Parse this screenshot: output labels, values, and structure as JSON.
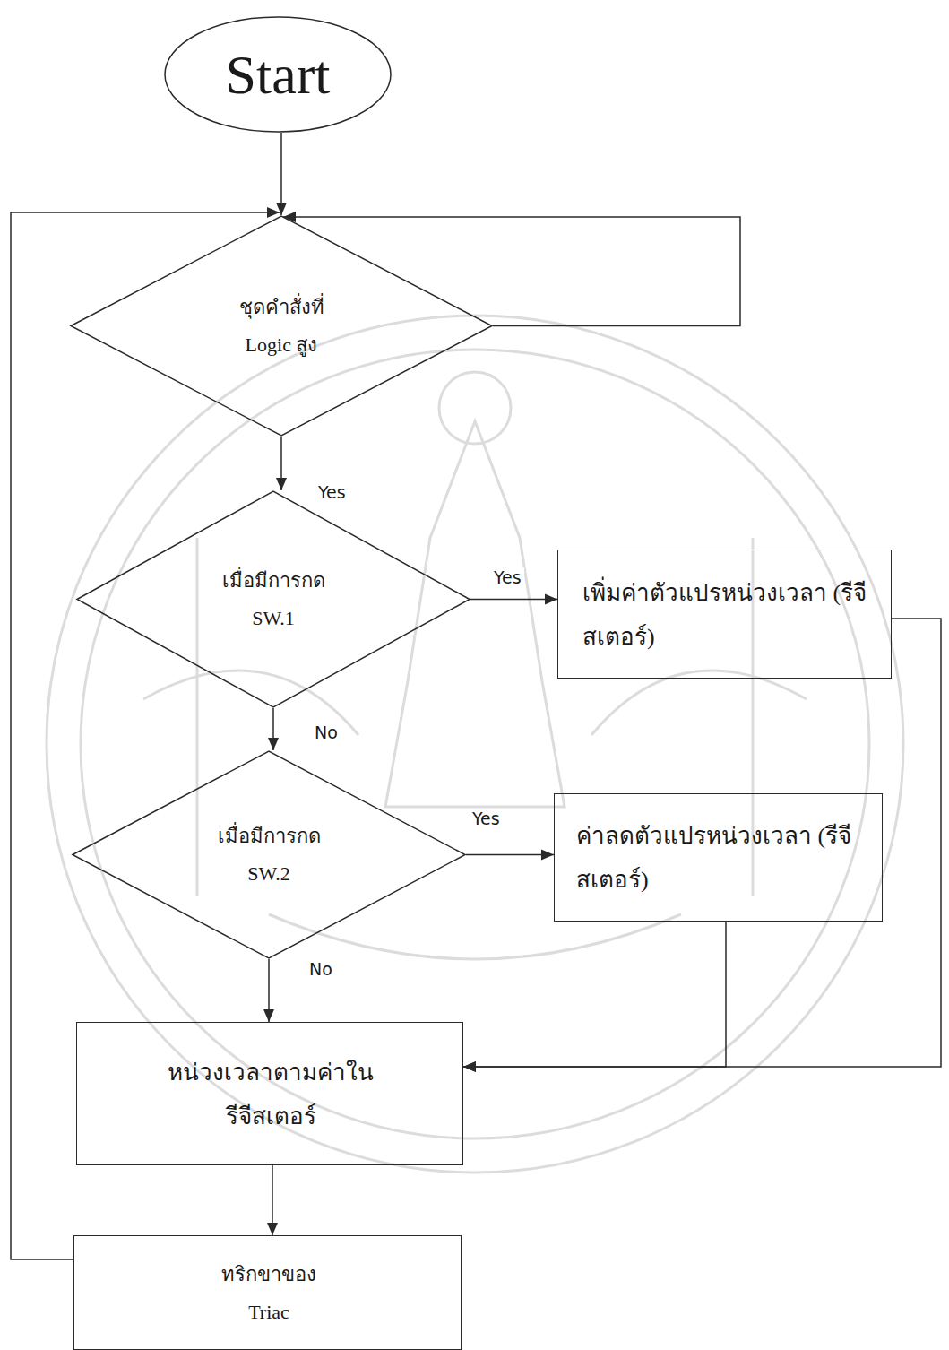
{
  "diagram": {
    "nodes": [
      {
        "text": [
          "Start"
        ]
      },
      {
        "text": [
          "ชุดคำสั่งที่ Logic สูง"
        ]
      },
      {
        "text": [
          "เมื่อมีการกด SW.1"
        ]
      },
      {
        "text": [
          "เพิ่มค่าตัวแปรหน่วงเวลา (รีจีสเตอร์)"
        ]
      },
      {
        "text": [
          "เมื่อมีการกด SW.2"
        ]
      },
      {
        "text": [
          "ค่าลดตัวแปรหน่วงเวลา (รีจีสเตอร์)"
        ]
      },
      {
        "text": [
          "หน่วงเวลาตามค่าใน รีจีสเตอร์"
        ]
      },
      {
        "text": [
          "ทริกขาของ Triac"
        ]
      }
    ],
    "edges": [
      {
        "from": 0,
        "to": 1,
        "arrow": "to"
      },
      {
        "from": 1,
        "to": 1,
        "arrow": "to"
      },
      {
        "from": 1,
        "to": 2,
        "label": "Yes",
        "arrow": "to"
      },
      {
        "from": 2,
        "to": 3,
        "label": "Yes",
        "arrow": "to"
      },
      {
        "from": 2,
        "to": 4,
        "label": "No",
        "arrow": "to"
      },
      {
        "from": 4,
        "to": 5,
        "label": "Yes",
        "arrow": "to"
      },
      {
        "from": 4,
        "to": 6,
        "label": "No",
        "arrow": "to"
      },
      {
        "from": 3,
        "to": 6,
        "arrow": "to"
      },
      {
        "from": 5,
        "to": 6,
        "arrow": "to"
      },
      {
        "from": 6,
        "to": 7,
        "arrow": "to"
      },
      {
        "from": 7,
        "to": 1,
        "arrow": "to"
      }
    ]
  }
}
